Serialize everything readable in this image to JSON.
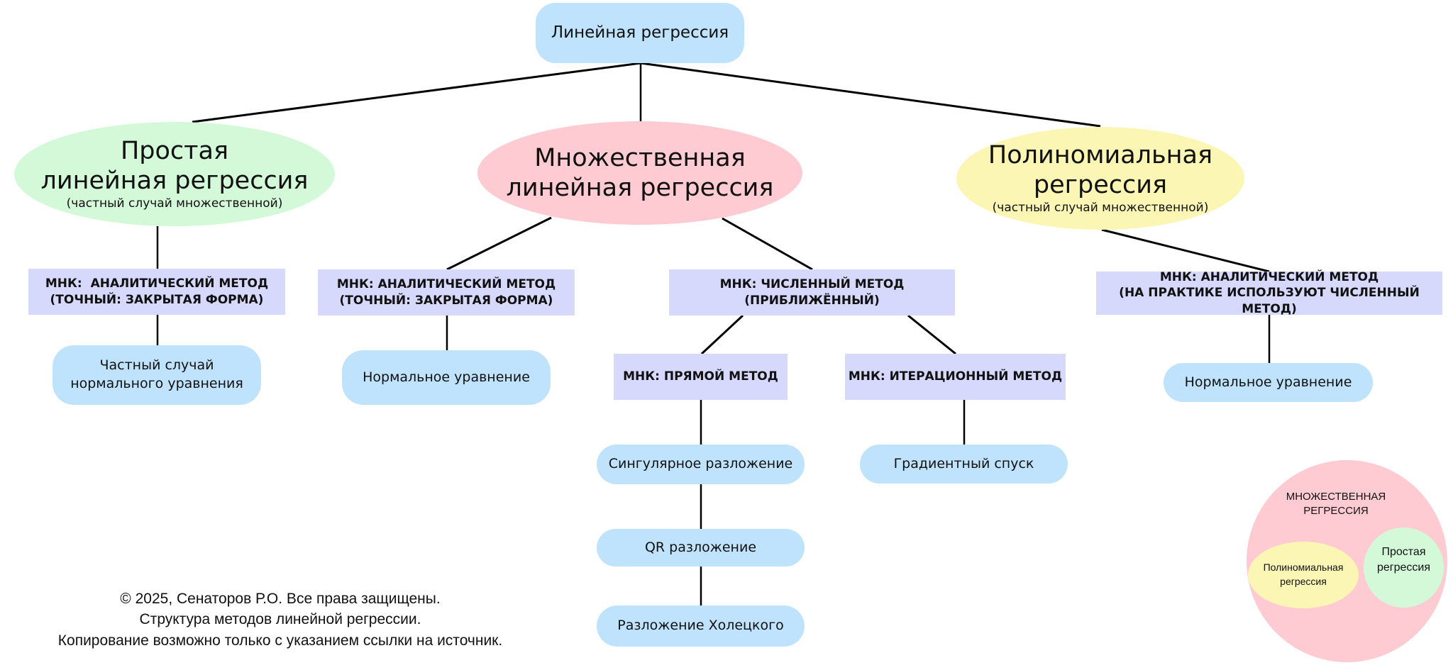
{
  "root": {
    "label": "Линейная регрессия"
  },
  "categories": [
    {
      "title_line1": "Простая",
      "title_line2": "линейная регрессия",
      "note": "(частный случай множественной)",
      "color": "#d4f9d9"
    },
    {
      "title_line1": "Множественная",
      "title_line2": "линейная регрессия",
      "note": "",
      "color": "#fdcbd1"
    },
    {
      "title_line1": "Полиномиальная",
      "title_line2": "регрессия",
      "note": "(частный случай множественной)",
      "color": "#fbf6b4"
    }
  ],
  "methods": {
    "simple_analytic": {
      "line1": "МНК:  АНАЛИТИЧЕСКИЙ МЕТОД",
      "line2": "(ТОЧНЫЙ: ЗАКРЫТАЯ ФОРМА)"
    },
    "multiple_analytic": {
      "line1": "МНК: АНАЛИТИЧЕСКИЙ МЕТОД",
      "line2": "(ТОЧНЫЙ: ЗАКРЫТАЯ ФОРМА)"
    },
    "multiple_numeric": {
      "line1": "МНК: ЧИСЛЕННЫЙ МЕТОД",
      "line2": "(ПРИБЛИЖЁННЫЙ)"
    },
    "poly_analytic": {
      "line1": "МНК: АНАЛИТИЧЕСКИЙ МЕТОД",
      "line2": "(НА ПРАКТИКЕ ИСПОЛЬЗУЮТ ЧИСЛЕННЫЙ МЕТОД)"
    },
    "direct": {
      "line1": "МНК: ПРЯМОЙ МЕТОД"
    },
    "iterative": {
      "line1": "МНК: ИТЕРАЦИОННЫЙ МЕТОД"
    }
  },
  "leaves": {
    "simple_normal": {
      "line1": "Частный случай",
      "line2": "нормального уравнения"
    },
    "multiple_normal": {
      "line1": "Нормальное уравнение"
    },
    "poly_normal": {
      "line1": "Нормальное уравнение"
    },
    "svd": {
      "line1": "Сингулярное разложение"
    },
    "qr": {
      "line1": "QR разложение"
    },
    "cholesky": {
      "line1": "Разложение Холецкого"
    },
    "gradient": {
      "line1": "Градиентный спуск"
    }
  },
  "venn": {
    "outer_line1": "МНОЖЕСТВЕННАЯ",
    "outer_line2": "РЕГРЕССИЯ",
    "poly_line1": "Полиномиальная",
    "poly_line2": "регрессия",
    "simple_line1": "Простая",
    "simple_line2": "регрессия"
  },
  "footer": {
    "line1": "© 2025, Сенаторов Р.О. Все права защищены.",
    "line2": "Структура методов линейной регрессии.",
    "line3": "Копирование возможно только с указанием ссылки на источник."
  },
  "colors": {
    "pill": "#bfe3fc",
    "box": "#d6d8fc",
    "line": "#000000"
  }
}
